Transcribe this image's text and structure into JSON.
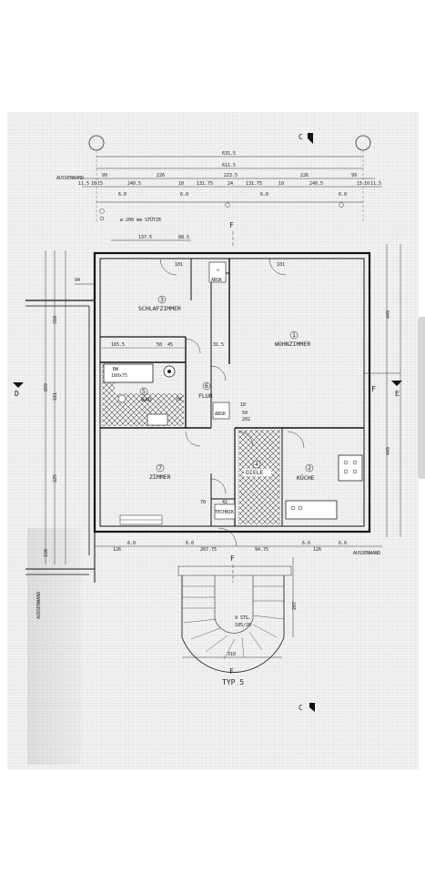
{
  "outer_dimensions": {
    "overall": "631.5",
    "inner_overall": "611.5",
    "aussenwand": "AUSSENWAND",
    "top_chain": [
      "99",
      "226",
      "223.5",
      "226",
      "99"
    ],
    "second_chain": [
      "11.5",
      "10",
      "15",
      "240.5",
      "10",
      "131.75",
      "24",
      "131.75",
      "10",
      "240.5",
      "15",
      "10",
      "11.5"
    ],
    "grid_axis": "6.0",
    "stuetze_note": "ø 200 mm STÜTZE"
  },
  "rooms": [
    {
      "number": "3",
      "name": "SCHLAFZIMMER"
    },
    {
      "number": "1",
      "name": "WOHNZIMMER"
    },
    {
      "number": "5",
      "name": "BAD"
    },
    {
      "number": "6",
      "name": "FLUR"
    },
    {
      "number": "7",
      "name": "ZIMMER"
    },
    {
      "number": "4",
      "name": "DIELE"
    },
    {
      "number": "2",
      "name": "KÜCHE"
    }
  ],
  "labels": {
    "absk_top": "ABSK",
    "absk_flur": "ABSK",
    "technik": "TECHNIK",
    "bw_line1": "BW",
    "bw_line2": "160x75",
    "hz": "HZ",
    "typ": "TYP 5",
    "stair": "9 STG.",
    "stair_ratio": "185/26",
    "aussenwand_bottom": "AUSSENWAND",
    "aussenwand_left": "AUSSENWAND"
  },
  "section_marks": {
    "c": "C",
    "d": "D",
    "e": "E",
    "f": "F"
  },
  "dims": {
    "top_101a": "101",
    "top_101b": "101",
    "top_137": "137.5",
    "top_88": "88.5",
    "d165": "165.5",
    "d50": "50",
    "d45": "45",
    "d31": "31.5",
    "d10": "10",
    "d50b": "50",
    "d202": "202",
    "d70": "70",
    "d42": "42",
    "right_449": "449",
    "right_449b": "449",
    "left_310": "310",
    "left_899": "899",
    "left_221": "221",
    "left_225": "225",
    "left_150": "150",
    "bottom_126": "126",
    "bottom_267": "267.75",
    "bottom_94": "94.75",
    "bottom_126b": "126",
    "bottom_60a": "6.0",
    "bottom_60b": "6.0",
    "bottom_60c": "6.0",
    "bottom_60d": "6.0",
    "stair_310": "310",
    "stair_207": "207",
    "left_94": "94"
  }
}
